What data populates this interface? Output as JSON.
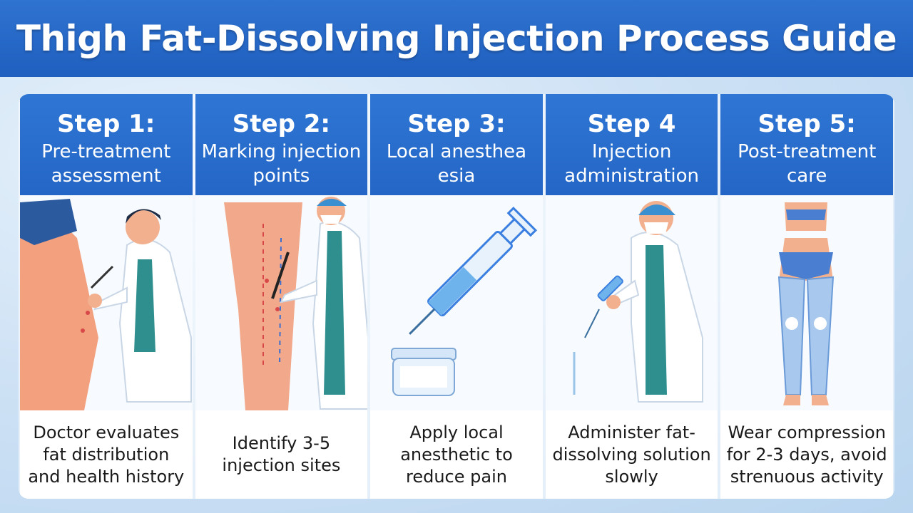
{
  "title": "Thigh Fat-Dissolving Injection Process Guide",
  "steps": [
    {
      "title": "Step 1:",
      "subtitle": "Pre-treatment assessment",
      "description": "Doctor evaluates fat distribution and health history"
    },
    {
      "title": "Step 2:",
      "subtitle": "Marking injection points",
      "description": "Identify 3-5 injection sites"
    },
    {
      "title": "Step 3:",
      "subtitle": "Local anesthea esia",
      "description": "Apply local anesthetic to reduce pain"
    },
    {
      "title": "Step 4",
      "subtitle": "Injection administration",
      "description": "Administer fat-dissolving solution slowly"
    },
    {
      "title": "Step 5:",
      "subtitle": "Post-treatment care",
      "description": "Wear compression for 2-3 days, avoid strenuous activity"
    }
  ],
  "colors": {
    "header": "#2466c6",
    "skin": "#f2a07e",
    "coat": "#ffffff",
    "scrubs": "#2f8f8f",
    "accent": "#3b7fe0"
  }
}
